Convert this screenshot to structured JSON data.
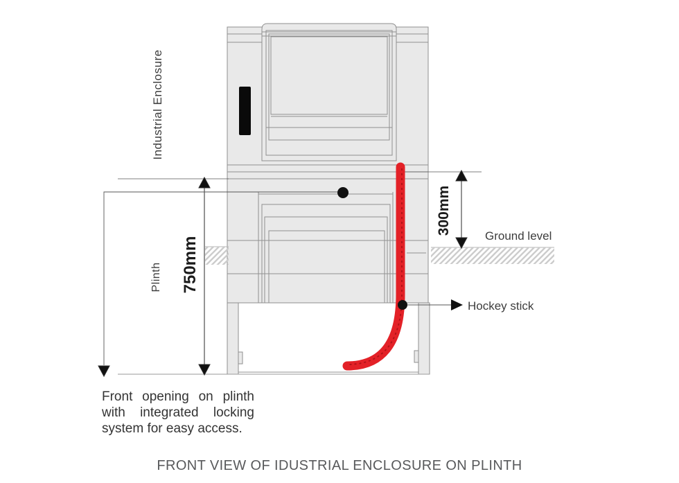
{
  "diagram": {
    "labels": {
      "industrial_enclosure": "Industrial Enclosure",
      "plinth": "Plinth",
      "ground_level": "Ground level",
      "hockey_stick": "Hockey stick"
    },
    "dimensions": {
      "plinth_height": "750mm",
      "above_ground": "300mm"
    },
    "note": {
      "text": "Front opening on plinth with integrated locking system for easy access."
    },
    "caption": {
      "text": "FRONT VIEW OF IDUSTRIAL ENCLOSURE ON PLINTH"
    },
    "colors": {
      "highlight_red": "#e32127",
      "highlight_red_dark": "#a50f15",
      "body_fill": "#e9e9e9",
      "outline": "#8f8f8f",
      "dimension_line": "#2a2a2a",
      "hatch": "#cccccc",
      "text": "#3d3d3d"
    }
  }
}
